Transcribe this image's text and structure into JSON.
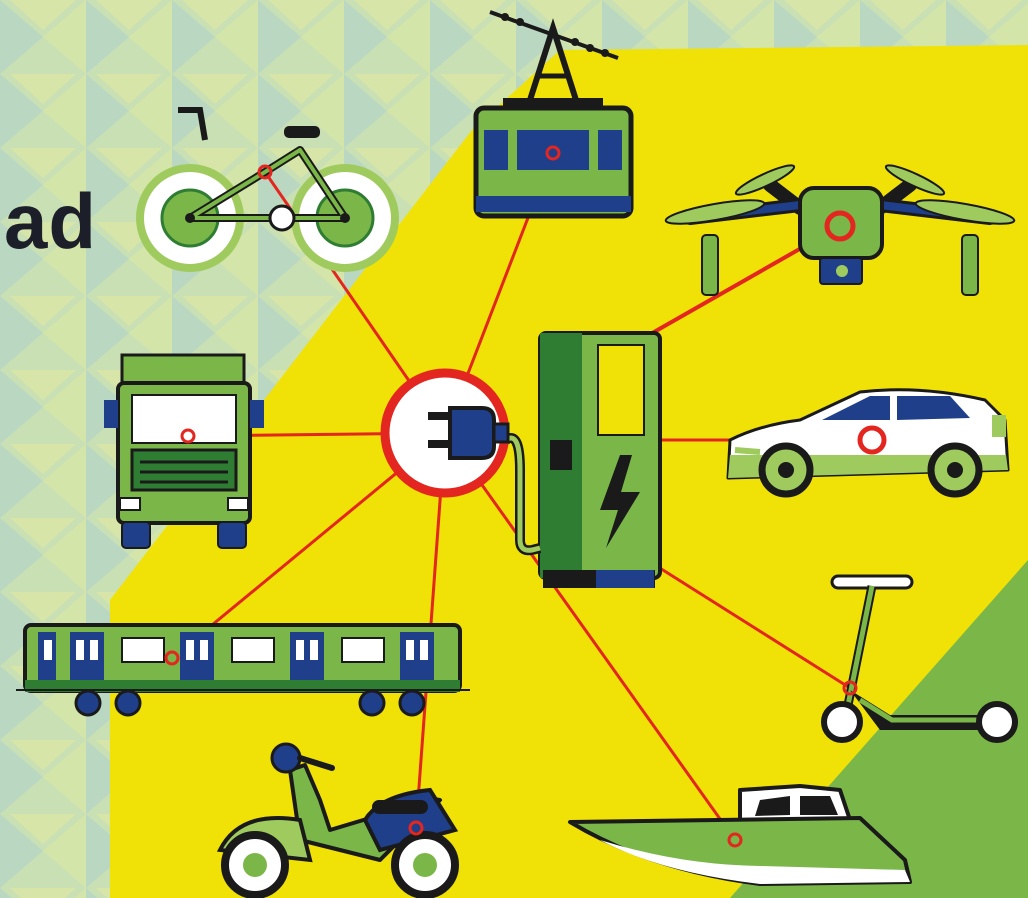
{
  "heading": {
    "text": "ad"
  },
  "colors": {
    "background_pattern": "#bcd9c0",
    "yellow": "#f0e106",
    "green": "#7ab648",
    "light_green": "#9fcb5e",
    "dark_green": "#2e7d32",
    "navy": "#1f3f8a",
    "connector_red": "#e3261f",
    "outline": "#1a1a1a"
  },
  "hub": {
    "name": "charging-plug",
    "icon": "plug-icon"
  },
  "charger": {
    "name": "charging-station",
    "icon": "lightning-icon"
  },
  "vehicles": [
    {
      "name": "e-bike",
      "icon": "bicycle-icon"
    },
    {
      "name": "cable-car",
      "icon": "cable-car-icon"
    },
    {
      "name": "drone",
      "icon": "drone-icon"
    },
    {
      "name": "truck",
      "icon": "truck-icon"
    },
    {
      "name": "electric-car",
      "icon": "car-icon"
    },
    {
      "name": "train",
      "icon": "train-icon"
    },
    {
      "name": "e-scooter",
      "icon": "kick-scooter-icon"
    },
    {
      "name": "moped",
      "icon": "moped-icon"
    },
    {
      "name": "boat",
      "icon": "boat-icon"
    }
  ]
}
